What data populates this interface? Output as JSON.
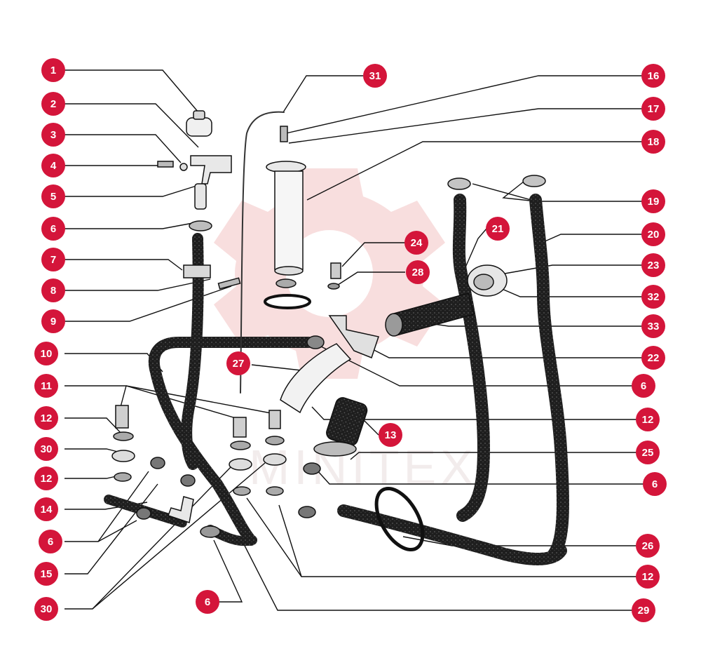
{
  "colors": {
    "callout_fill": "#d4153a",
    "callout_text": "#ffffff",
    "line": "#111111",
    "hose": "#1e1e1e",
    "watermark": "#f2c4c4",
    "background": "#ffffff"
  },
  "watermark": {
    "text": "MINITEX",
    "icon": "gear-icon"
  },
  "callouts": [
    {
      "id": "c1",
      "label": "1"
    },
    {
      "id": "c2",
      "label": "2"
    },
    {
      "id": "c3",
      "label": "3"
    },
    {
      "id": "c4",
      "label": "4"
    },
    {
      "id": "c5",
      "label": "5"
    },
    {
      "id": "c6a",
      "label": "6"
    },
    {
      "id": "c7",
      "label": "7"
    },
    {
      "id": "c8",
      "label": "8"
    },
    {
      "id": "c9",
      "label": "9"
    },
    {
      "id": "c10",
      "label": "10"
    },
    {
      "id": "c11",
      "label": "11"
    },
    {
      "id": "c12a",
      "label": "12"
    },
    {
      "id": "c30a",
      "label": "30"
    },
    {
      "id": "c12b",
      "label": "12"
    },
    {
      "id": "c14",
      "label": "14"
    },
    {
      "id": "c6b",
      "label": "6"
    },
    {
      "id": "c15",
      "label": "15"
    },
    {
      "id": "c30b",
      "label": "30"
    },
    {
      "id": "c6c",
      "label": "6"
    },
    {
      "id": "c31",
      "label": "31"
    },
    {
      "id": "c27",
      "label": "27"
    },
    {
      "id": "c24",
      "label": "24"
    },
    {
      "id": "c28",
      "label": "28"
    },
    {
      "id": "c21",
      "label": "21"
    },
    {
      "id": "c13",
      "label": "13"
    },
    {
      "id": "c16",
      "label": "16"
    },
    {
      "id": "c17",
      "label": "17"
    },
    {
      "id": "c18",
      "label": "18"
    },
    {
      "id": "c19",
      "label": "19"
    },
    {
      "id": "c20",
      "label": "20"
    },
    {
      "id": "c23",
      "label": "23"
    },
    {
      "id": "c32",
      "label": "32"
    },
    {
      "id": "c33",
      "label": "33"
    },
    {
      "id": "c22",
      "label": "22"
    },
    {
      "id": "c6d",
      "label": "6"
    },
    {
      "id": "c12c",
      "label": "12"
    },
    {
      "id": "c25",
      "label": "25"
    },
    {
      "id": "c6e",
      "label": "6"
    },
    {
      "id": "c26",
      "label": "26"
    },
    {
      "id": "c12d",
      "label": "12"
    },
    {
      "id": "c29",
      "label": "29"
    }
  ]
}
